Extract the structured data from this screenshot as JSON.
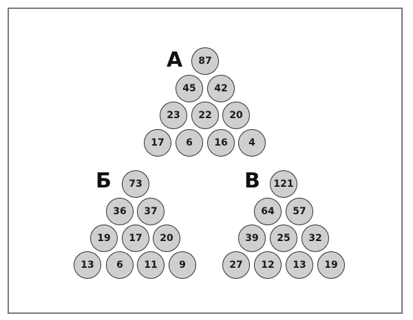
{
  "pyramids": [
    {
      "label": "А",
      "rows": [
        [
          "87"
        ],
        [
          "45",
          "42"
        ],
        [
          "23",
          "22",
          "20"
        ],
        [
          "17",
          "6",
          "16",
          "4"
        ]
      ]
    },
    {
      "label": "Б",
      "rows": [
        [
          "73"
        ],
        [
          "36",
          "37"
        ],
        [
          "19",
          "17",
          "20"
        ],
        [
          "13",
          "6",
          "11",
          "9"
        ]
      ]
    },
    {
      "label": "В",
      "rows": [
        [
          "121"
        ],
        [
          "64",
          "57"
        ],
        [
          "39",
          "25",
          "32"
        ],
        [
          "27",
          "12",
          "13",
          "19"
        ]
      ]
    }
  ]
}
